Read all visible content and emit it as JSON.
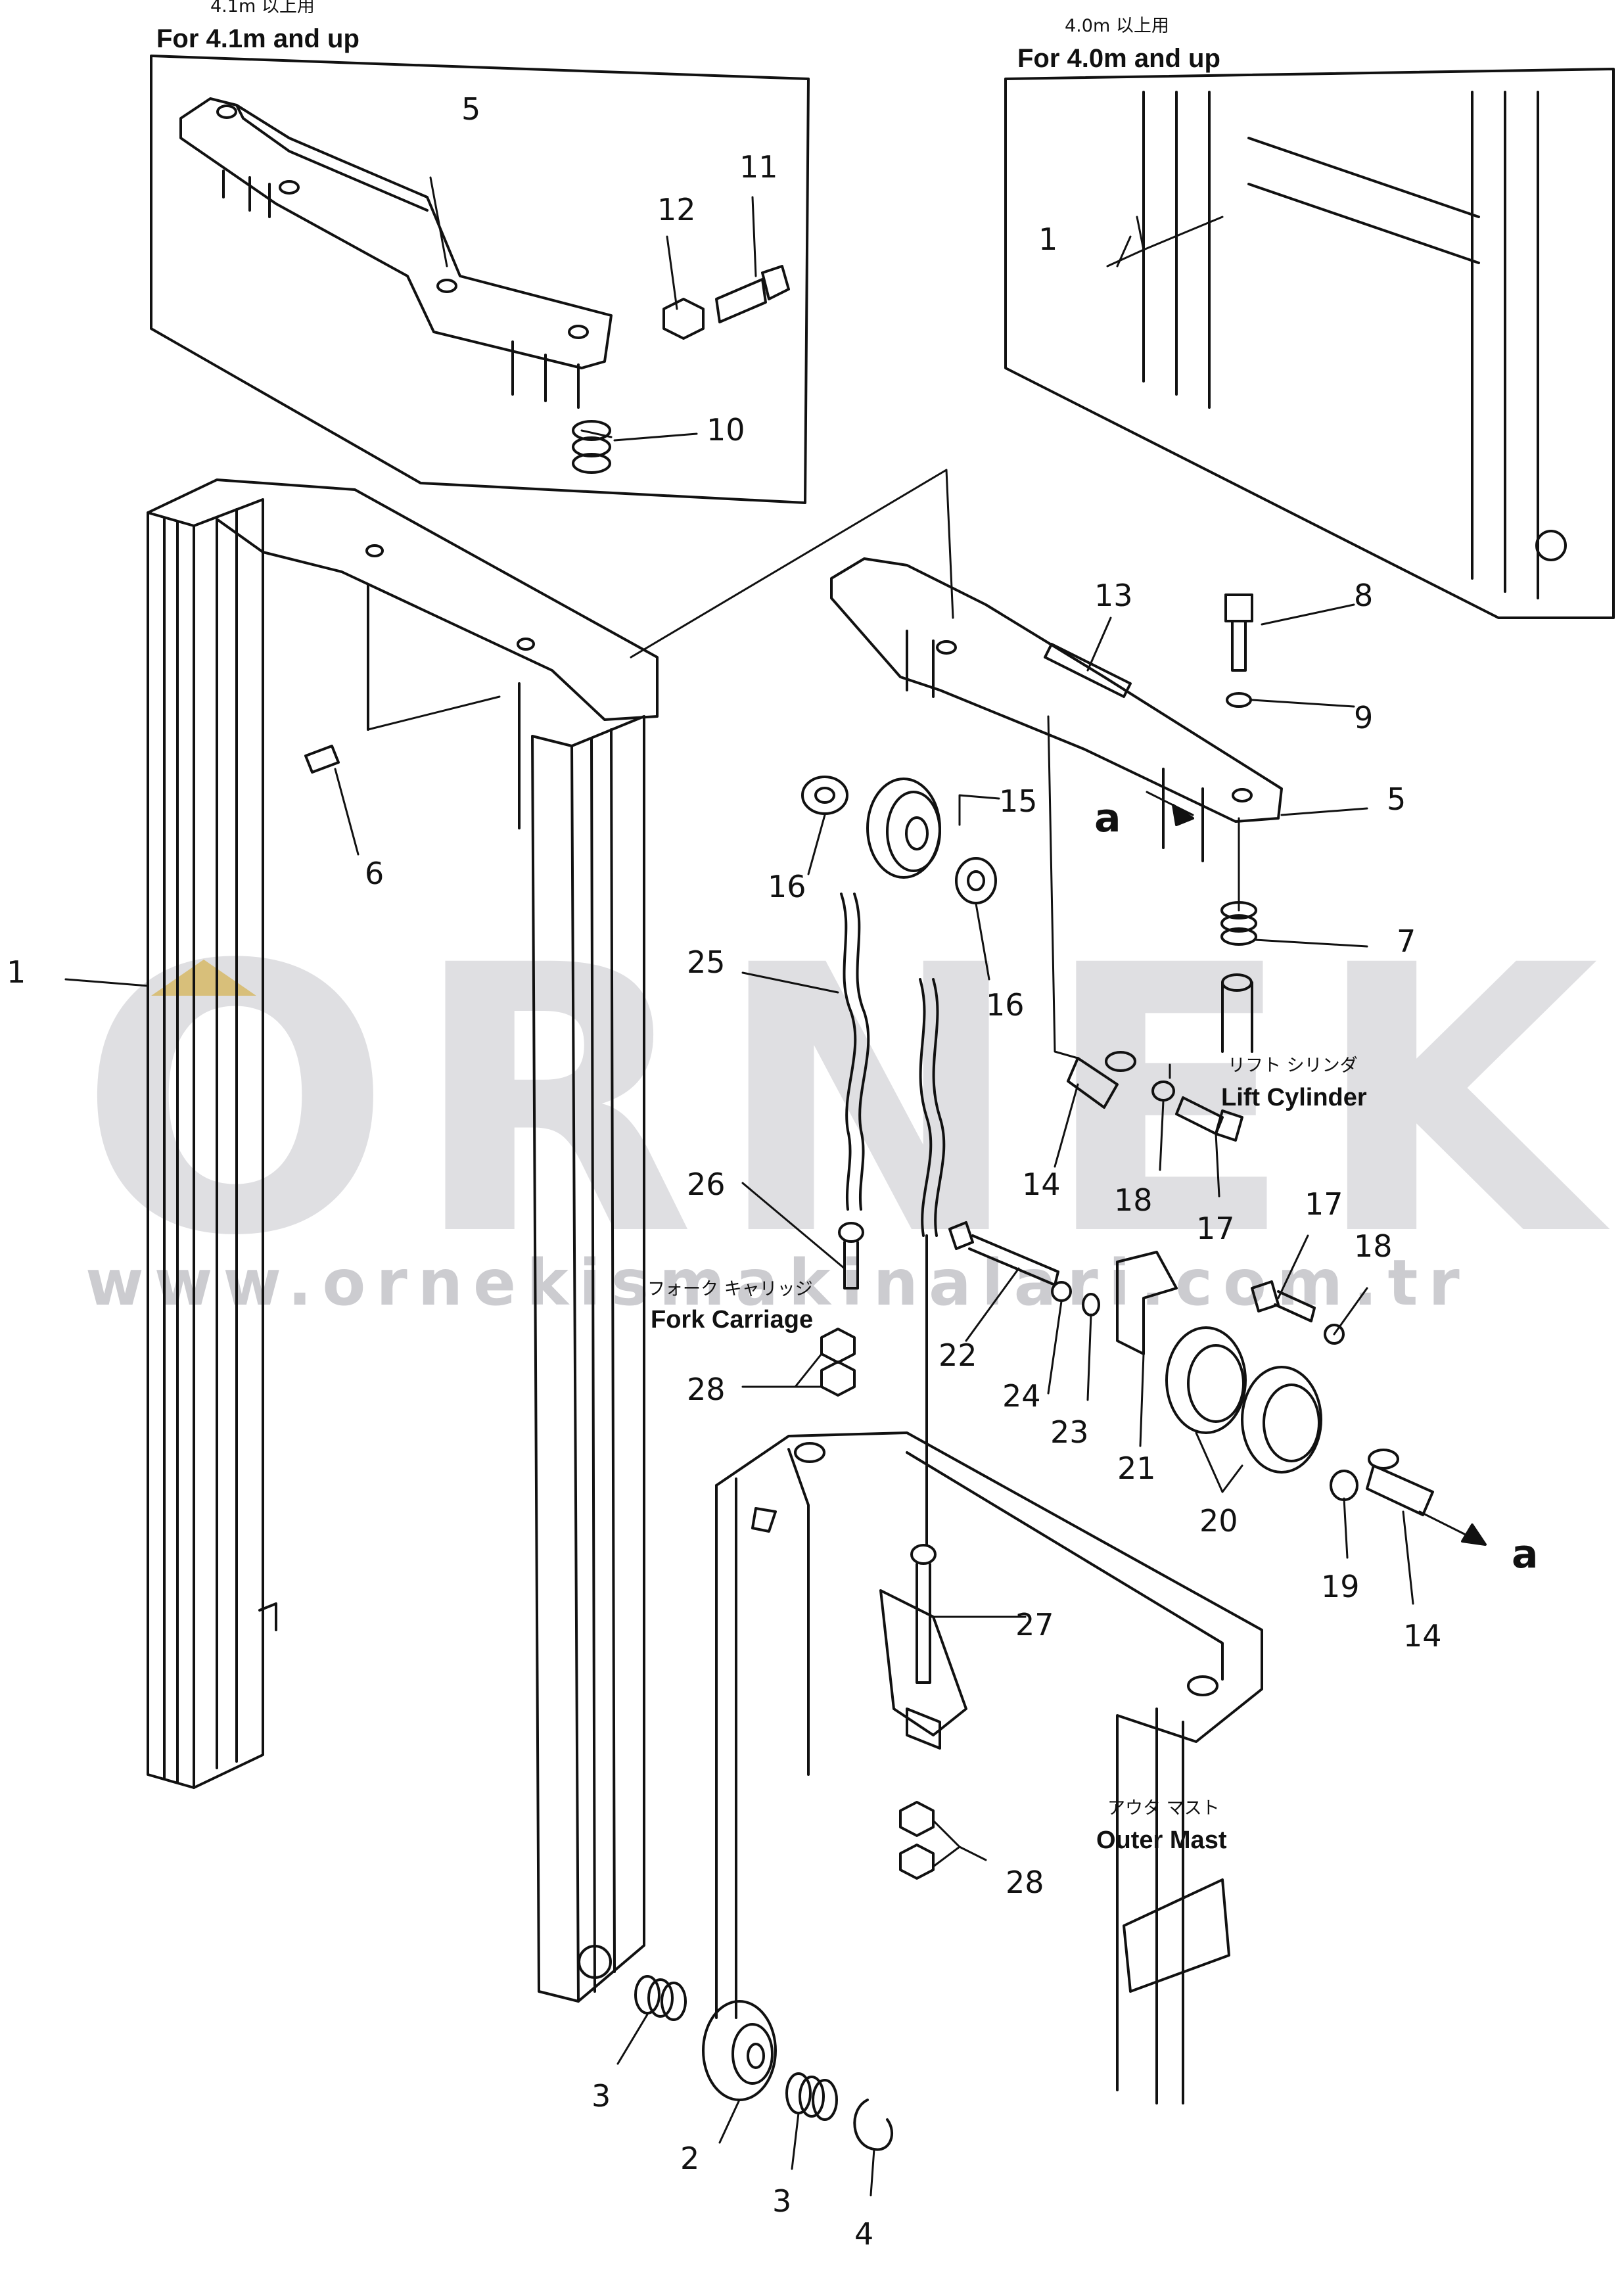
{
  "insets": {
    "left": {
      "jp": "4.1m 以上用",
      "en": "For 4.1m and up"
    },
    "right": {
      "jp": "4.0m 以上用",
      "en": "For 4.0m and up"
    }
  },
  "labels": {
    "lift_cylinder_jp": "リフト シリンダ",
    "lift_cylinder_en": "Lift Cylinder",
    "fork_carriage_jp": "フォーク キャリッジ",
    "fork_carriage_en": "Fork Carriage",
    "outer_mast_jp": "アウタ マスト",
    "outer_mast_en": "Outer Mast",
    "view_a_top": "a",
    "view_a_right": "a"
  },
  "watermark": {
    "brand": "ORNEK",
    "url": "www.ornekismakinalari.com.tr",
    "accent_color": "#f2c84b",
    "text_color": "#8f8f99"
  },
  "callouts": [
    {
      "id": "c-5a",
      "text": "5"
    },
    {
      "id": "c-12",
      "text": "12"
    },
    {
      "id": "c-11",
      "text": "11"
    },
    {
      "id": "c-10",
      "text": "10"
    },
    {
      "id": "c-1a",
      "text": "1"
    },
    {
      "id": "c-13",
      "text": "13"
    },
    {
      "id": "c-8",
      "text": "8"
    },
    {
      "id": "c-9",
      "text": "9"
    },
    {
      "id": "c-5b",
      "text": "5"
    },
    {
      "id": "c-15",
      "text": "15"
    },
    {
      "id": "c-16a",
      "text": "16"
    },
    {
      "id": "c-16b",
      "text": "16"
    },
    {
      "id": "c-6",
      "text": "6"
    },
    {
      "id": "c-7",
      "text": "7"
    },
    {
      "id": "c-25",
      "text": "25"
    },
    {
      "id": "c-1b",
      "text": "1"
    },
    {
      "id": "c-14a",
      "text": "14"
    },
    {
      "id": "c-18a",
      "text": "18"
    },
    {
      "id": "c-17a",
      "text": "17"
    },
    {
      "id": "c-26",
      "text": "26"
    },
    {
      "id": "c-17b",
      "text": "17"
    },
    {
      "id": "c-18b",
      "text": "18"
    },
    {
      "id": "c-22",
      "text": "22"
    },
    {
      "id": "c-24",
      "text": "24"
    },
    {
      "id": "c-23",
      "text": "23"
    },
    {
      "id": "c-21",
      "text": "21"
    },
    {
      "id": "c-28a",
      "text": "28"
    },
    {
      "id": "c-20",
      "text": "20"
    },
    {
      "id": "c-19",
      "text": "19"
    },
    {
      "id": "c-14b",
      "text": "14"
    },
    {
      "id": "c-27",
      "text": "27"
    },
    {
      "id": "c-28b",
      "text": "28"
    },
    {
      "id": "c-3a",
      "text": "3"
    },
    {
      "id": "c-2",
      "text": "2"
    },
    {
      "id": "c-3b",
      "text": "3"
    },
    {
      "id": "c-4",
      "text": "4"
    }
  ]
}
